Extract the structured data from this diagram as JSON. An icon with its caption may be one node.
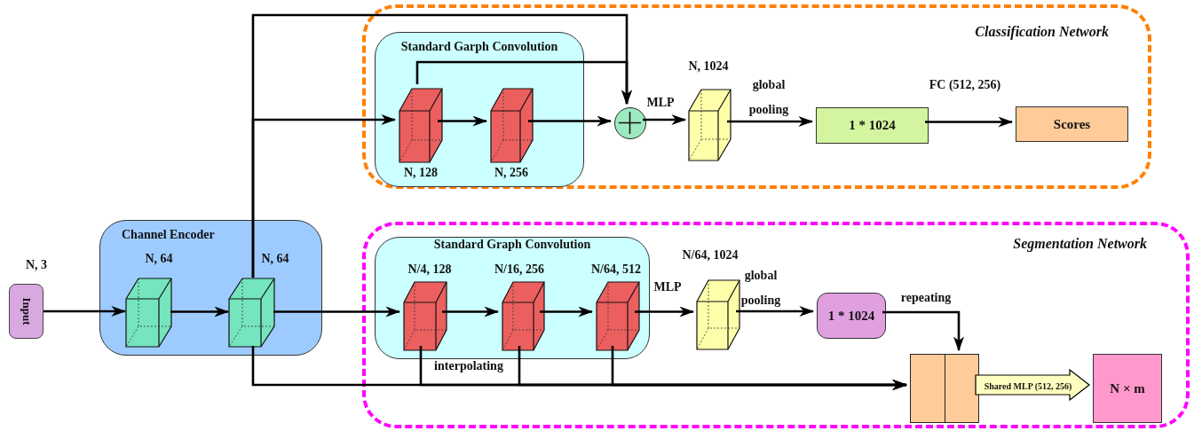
{
  "diagram": {
    "nodes": [
      {
        "text": [
          "Classification Network"
        ]
      },
      {
        "text": [
          "Standard Garph Convolution"
        ],
        "in": 0
      },
      {
        "text": [
          "N, 128"
        ],
        "in": 1
      },
      {
        "text": [
          "N, 256"
        ],
        "in": 1
      },
      {
        "text": [],
        "shape": "circle",
        "in": 0
      },
      {
        "text": [
          "N, 1024"
        ],
        "in": 0
      },
      {
        "text": [
          "1 * 1024"
        ],
        "in": 0
      },
      {
        "text": [
          "Scores"
        ],
        "in": 0
      },
      {
        "text": [
          "Input"
        ],
        "beside": [
          "N, 3"
        ]
      },
      {
        "text": [
          "Channel Encoder"
        ]
      },
      {
        "text": [
          "N, 64"
        ],
        "in": 9
      },
      {
        "text": [
          "N, 64"
        ],
        "in": 9
      },
      {
        "text": [
          "Segmentation Network"
        ]
      },
      {
        "text": [
          "Standard Graph Convolution"
        ],
        "in": 12
      },
      {
        "text": [
          "N/4, 128"
        ],
        "in": 13
      },
      {
        "text": [
          "N/16, 256"
        ],
        "in": 13
      },
      {
        "text": [
          "N/64, 512"
        ],
        "in": 13
      },
      {
        "text": [
          "N/64, 1024"
        ],
        "in": 12
      },
      {
        "text": [
          "1 * 1024"
        ],
        "in": 12
      },
      {
        "text": [],
        "shape": "box",
        "in": 12
      },
      {
        "text": [
          "N × m"
        ],
        "in": 12
      }
    ],
    "edges": [
      {
        "from": 8,
        "to": 10,
        "arrow": "to"
      },
      {
        "from": 10,
        "to": 11,
        "arrow": "to"
      },
      {
        "from": 11,
        "to": 2,
        "arrow": "to"
      },
      {
        "from": 11,
        "to": 4,
        "arrow": "to"
      },
      {
        "from": 11,
        "to": 14,
        "arrow": "to"
      },
      {
        "from": 11,
        "to": 19,
        "arrow": "to"
      },
      {
        "from": 2,
        "to": 3,
        "arrow": "to"
      },
      {
        "from": 2,
        "to": 4,
        "arrow": "to"
      },
      {
        "from": 3,
        "to": 4,
        "arrow": "to"
      },
      {
        "from": 4,
        "to": 5,
        "arrow": "to",
        "label": "MLP"
      },
      {
        "from": 5,
        "to": 6,
        "arrow": "to",
        "label": "global pooling"
      },
      {
        "from": 6,
        "to": 7,
        "arrow": "to",
        "label": "FC (512, 256)"
      },
      {
        "from": 14,
        "to": 15,
        "arrow": "to"
      },
      {
        "from": 15,
        "to": 16,
        "arrow": "to"
      },
      {
        "from": 16,
        "to": 17,
        "arrow": "to",
        "label": "MLP"
      },
      {
        "from": 17,
        "to": 18,
        "arrow": "to",
        "label": "global pooling"
      },
      {
        "from": 18,
        "to": 19,
        "arrow": "to",
        "label": "repeating"
      },
      {
        "from": 14,
        "to": 19,
        "arrow": "to",
        "label": "interpolating"
      },
      {
        "from": 15,
        "to": 19,
        "arrow": "to"
      },
      {
        "from": 16,
        "to": 19,
        "arrow": "to"
      },
      {
        "from": 19,
        "to": 20,
        "arrow": "to",
        "label": "Shared MLP (512, 256)",
        "style": "thick"
      }
    ]
  }
}
